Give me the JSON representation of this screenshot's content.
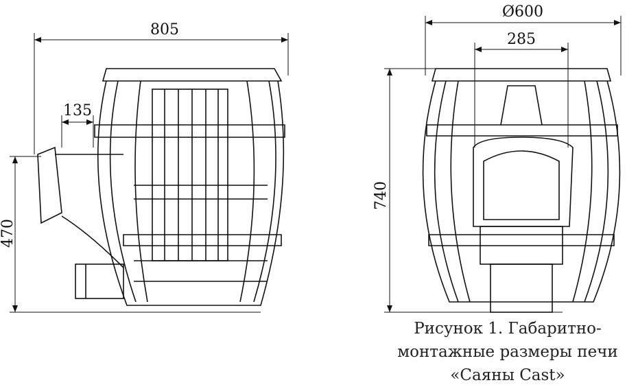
{
  "dimensions": {
    "side_width": "805",
    "side_offset": "135",
    "side_height": "470",
    "front_diameter": "Ø600",
    "front_door_width": "285",
    "front_height": "740"
  },
  "caption": {
    "line1": "Рисунок 1. Габаритно-",
    "line2": "монтажные размеры печи",
    "line3": "«Саяны Cast»"
  },
  "colors": {
    "line": "#111111"
  }
}
